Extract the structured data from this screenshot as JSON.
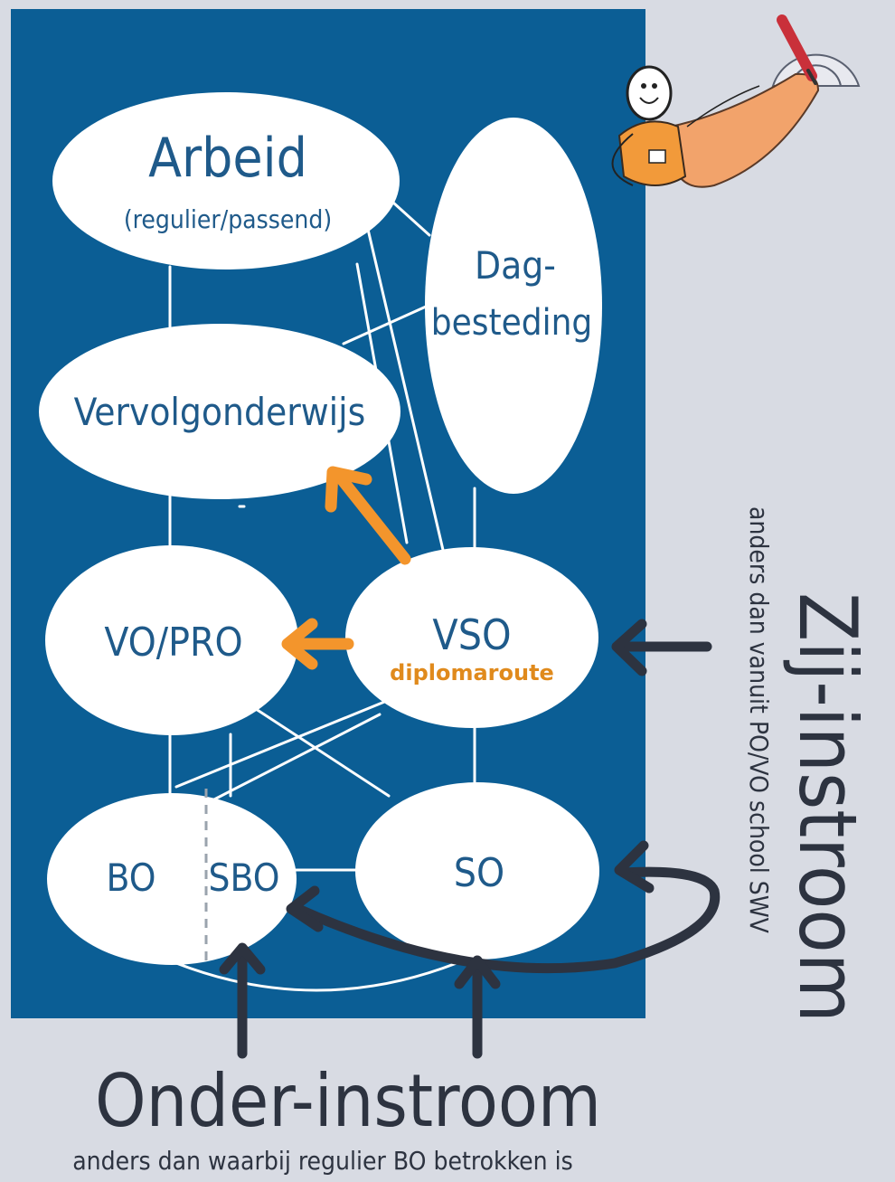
{
  "colors": {
    "background": "#d8dbe3",
    "panel": "#0b5e95",
    "node_fill": "#ffffff",
    "node_text": "#1f5a8a",
    "connector": "#ffffff",
    "orange_arrow": "#f3952c",
    "dark_arrow": "#2d3340",
    "caption_text": "#2d3340"
  },
  "nodes": {
    "arbeid": {
      "title": "Arbeid",
      "subtitle": "(regulier/passend)"
    },
    "dagbesteding": {
      "line1": "Dag-",
      "line2": "besteding"
    },
    "vervolgonderwijs": {
      "title": "Vervolgonderwijs"
    },
    "vo_pro": {
      "title": "VO/PRO"
    },
    "vso": {
      "title": "VSO",
      "subtitle": "diplomaroute"
    },
    "bo": {
      "title": "BO"
    },
    "sbo": {
      "title": "SBO"
    },
    "so": {
      "title": "SO"
    }
  },
  "zij_instroom": {
    "title": "Zij-instroom",
    "subtitle": "anders dan vanuit PO/VO school SWV"
  },
  "onder_instroom": {
    "title": "Onder-instroom",
    "subtitle": "anders dan waarbij regulier BO betrokken is"
  },
  "icons": {
    "illustration": "person-drawing-icon"
  }
}
